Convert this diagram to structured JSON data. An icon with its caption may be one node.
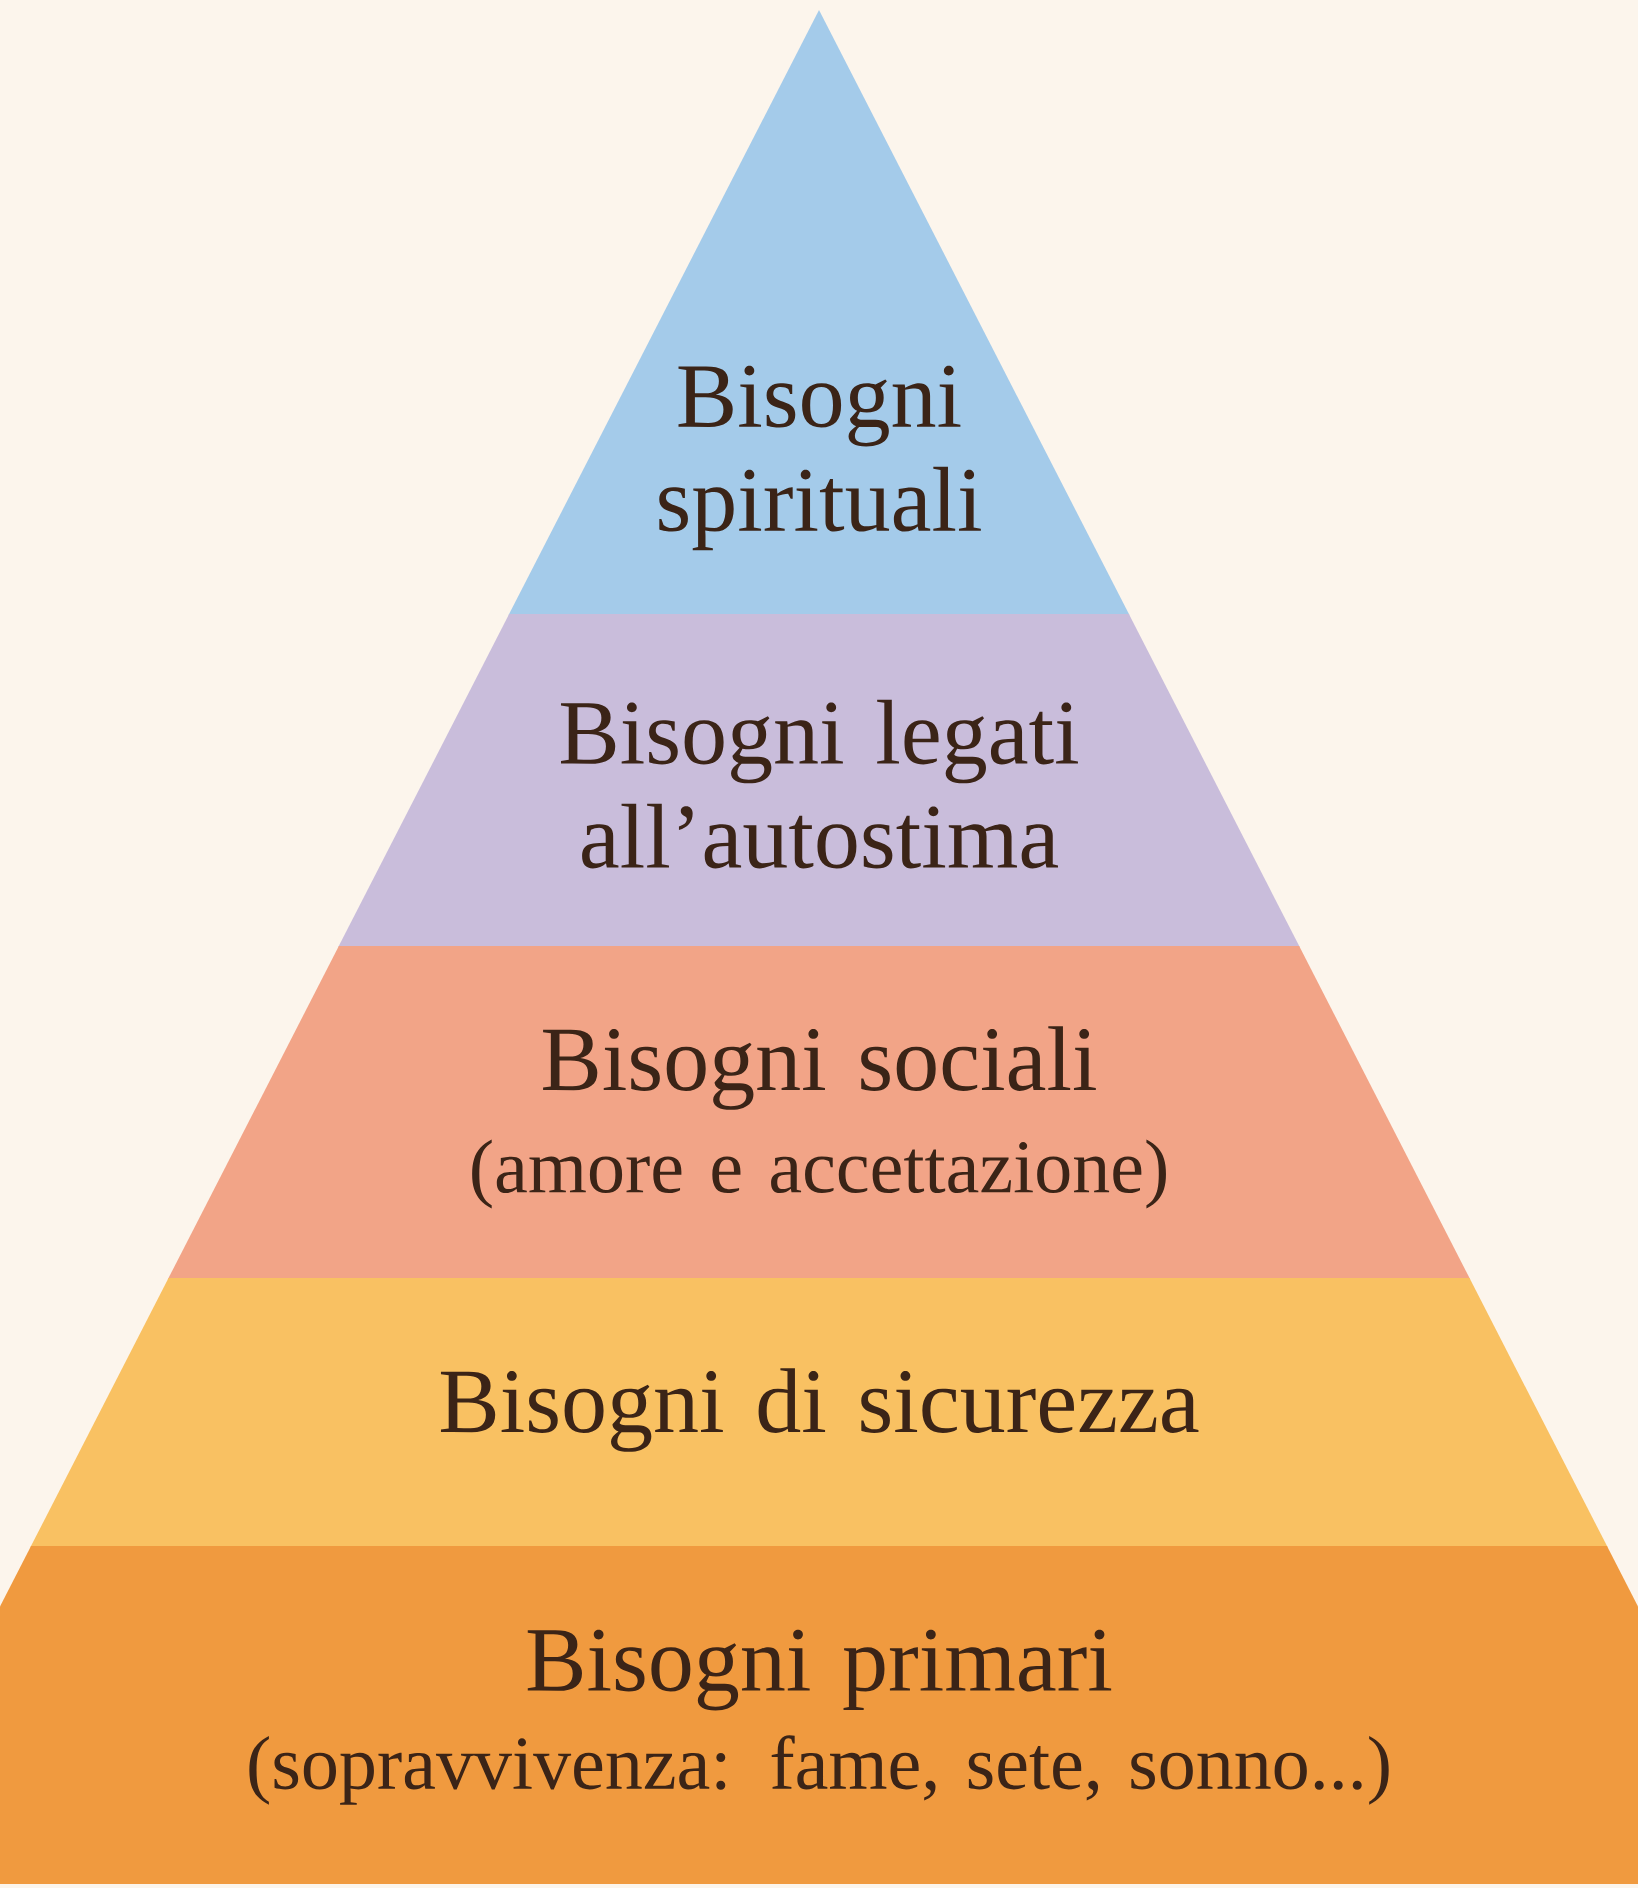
{
  "diagram": {
    "nodes": [
      {
        "text": [
          "Bisogni spirituali"
        ]
      },
      {
        "text": [
          "Bisogni legati all’autostima"
        ]
      },
      {
        "text": [
          "Bisogni sociali",
          "(amore e accettazione)"
        ]
      },
      {
        "text": [
          "Bisogni di sicurezza"
        ]
      },
      {
        "text": [
          "Bisogni primari",
          "(sopravvivenza: fame, sete, sonno...)"
        ]
      }
    ]
  }
}
